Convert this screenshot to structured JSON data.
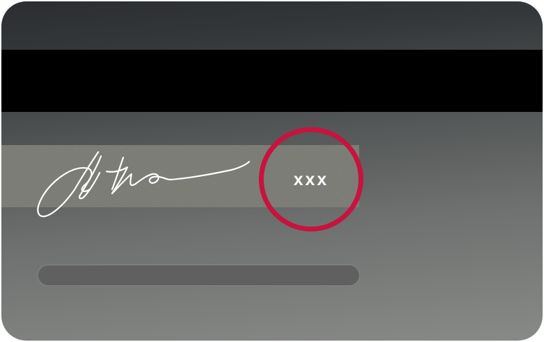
{
  "card": {
    "side": "back",
    "cvv_placeholder": "xxx",
    "highlight_color": "#c8123f"
  },
  "icons": {
    "signature": "handwritten-signature",
    "highlight": "circle-highlight"
  }
}
